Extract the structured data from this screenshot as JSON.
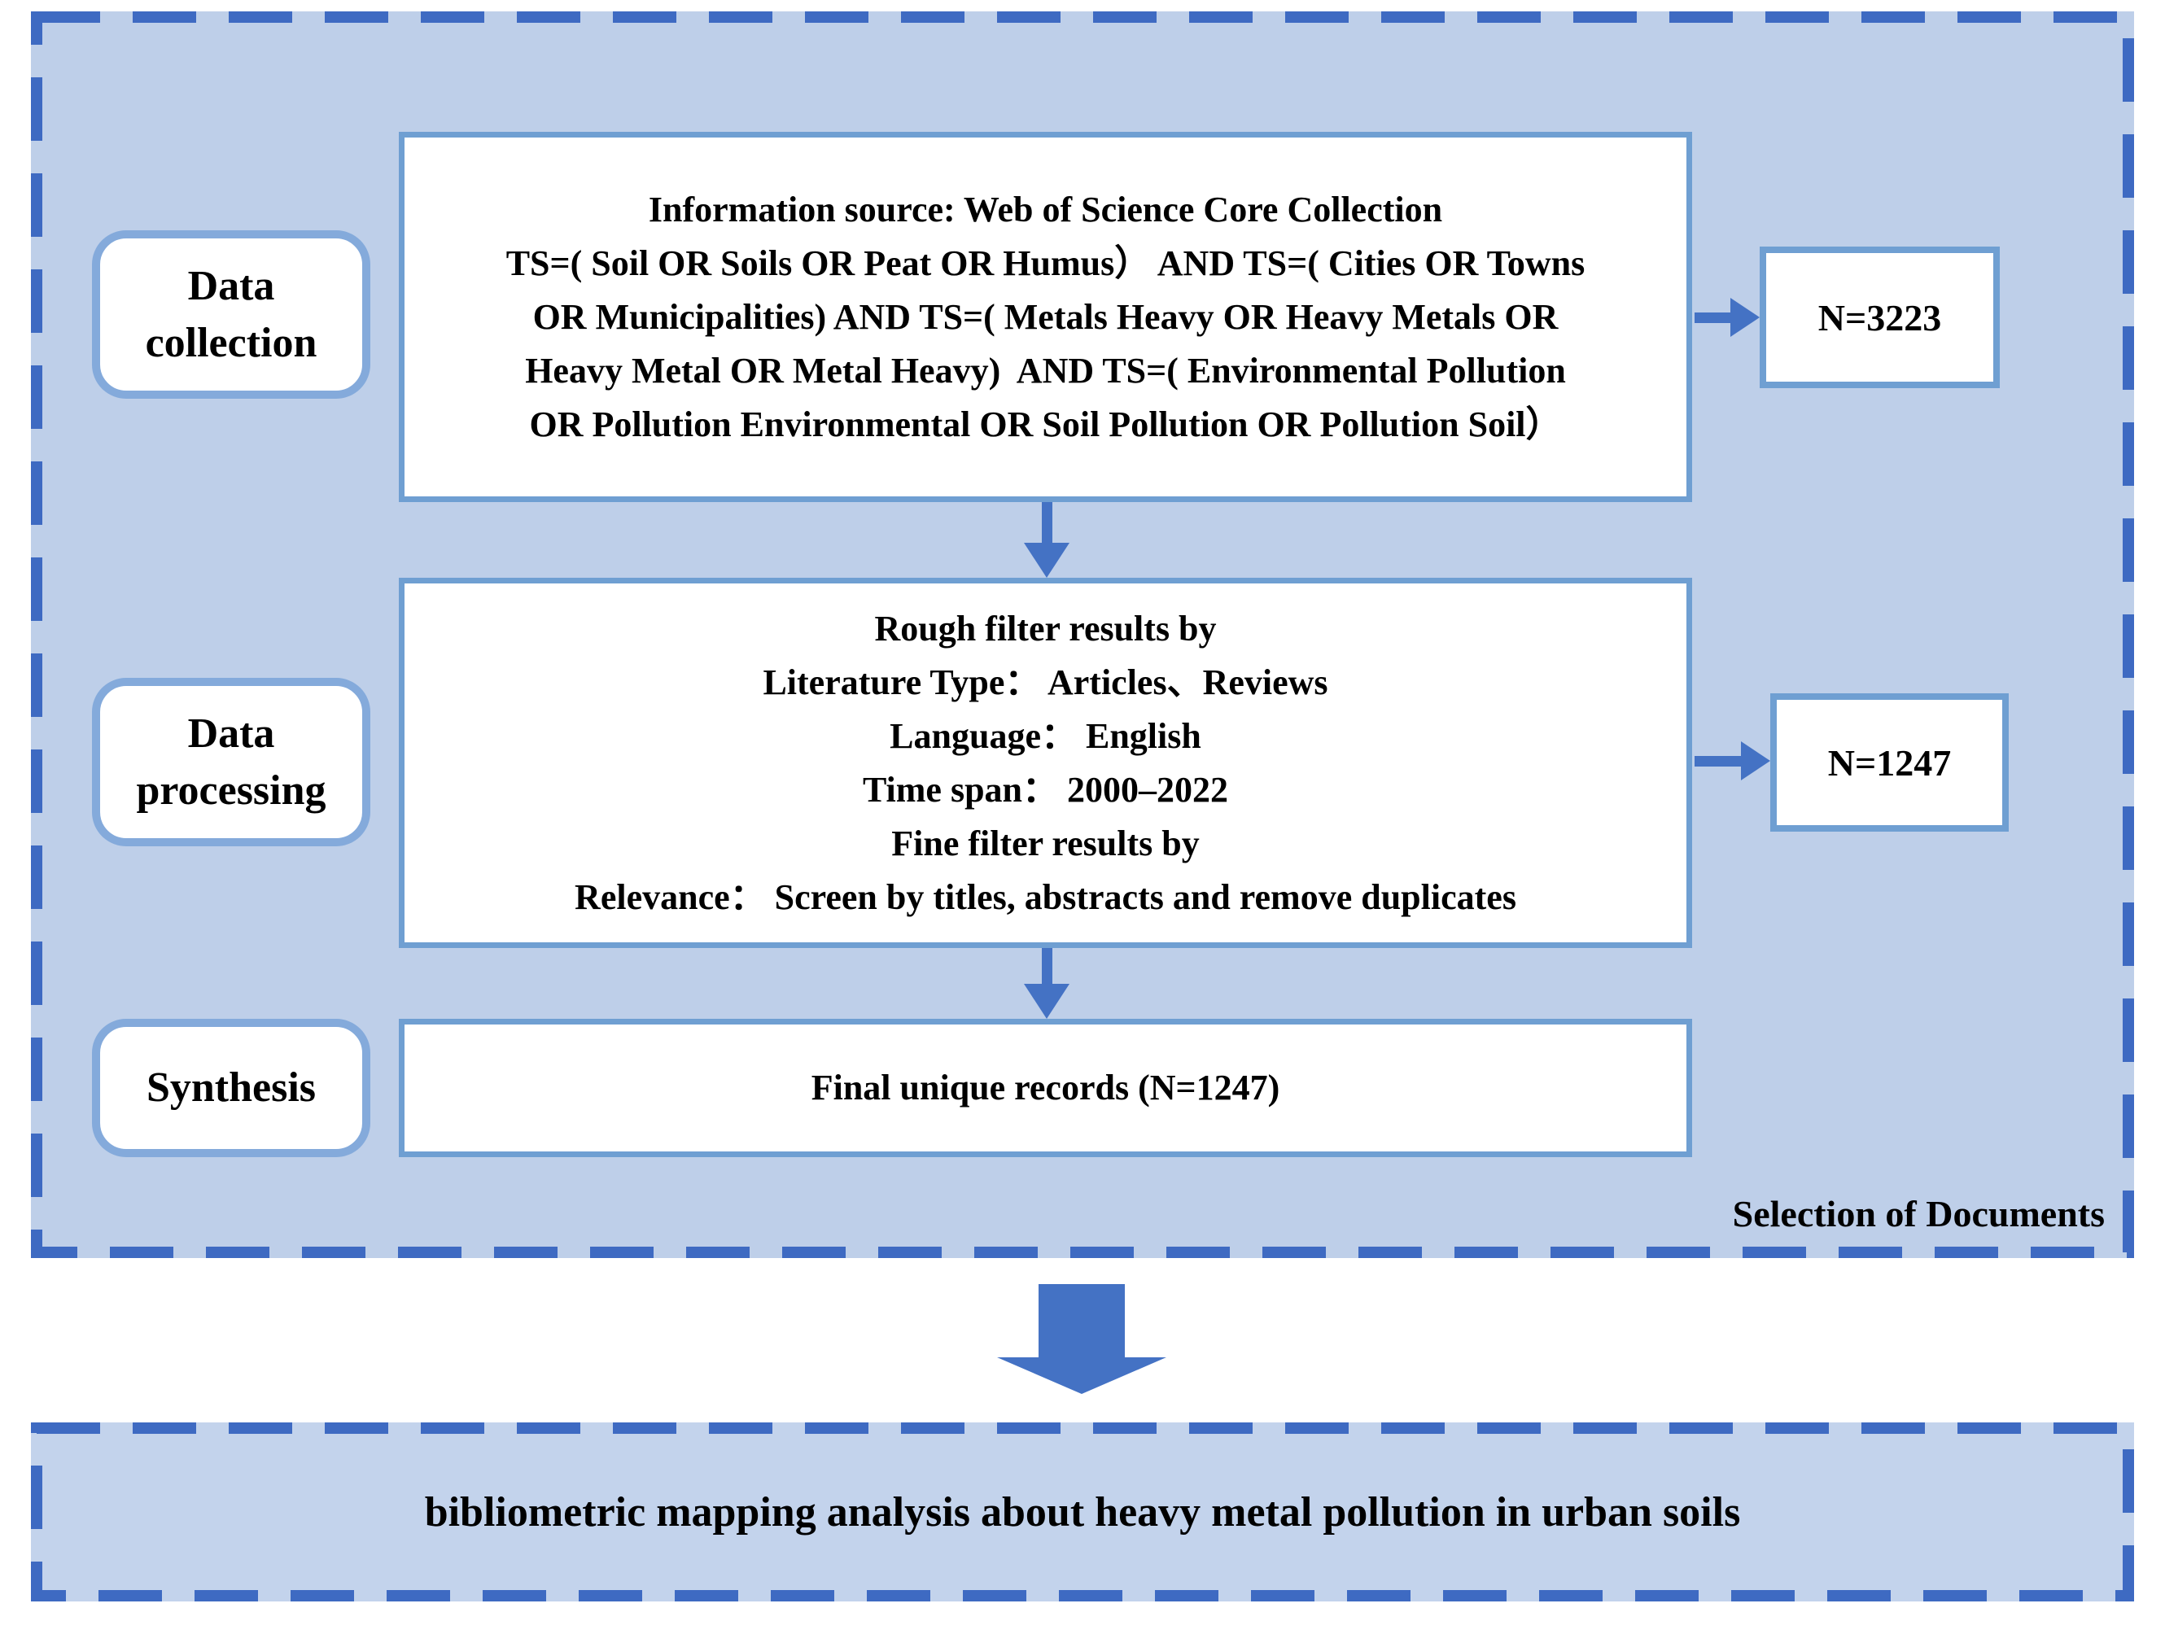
{
  "figure": {
    "selection_panel": {
      "caption": "Selection of Documents",
      "stages": [
        {
          "label": "Data collection"
        },
        {
          "label": "Data processing"
        },
        {
          "label": "Synthesis"
        }
      ],
      "search_box_lines": [
        "Information source: Web of Science Core Collection",
        "TS=( Soil OR Soils OR Peat OR Humus） AND TS=( Cities OR Towns",
        "OR Municipalities) AND TS=( Metals Heavy OR Heavy Metals OR",
        "Heavy Metal OR Metal Heavy)  AND TS=( Environmental Pollution",
        "OR Pollution Environmental OR Soil Pollution OR Pollution Soil）"
      ],
      "filter_box_lines": [
        "Rough filter results by",
        "Literature Type： Articles、Reviews",
        "Language： English",
        "Time span： 2000–2022",
        "Fine filter results by",
        "Relevance： Screen by titles, abstracts and remove duplicates"
      ],
      "final_box_text": "Final unique records (N=1247)",
      "counts": [
        "N=3223",
        "N=1247"
      ]
    },
    "outcome_text": "bibliometric mapping analysis about heavy metal pollution in urban soils"
  },
  "colors": {
    "accent": "#4472C4",
    "dash": "#3E6AC2",
    "panel-fill": "#BECFE9",
    "outcome-fill": "#C3D3EC",
    "box-border": "#6F9FD2",
    "stage-border": "#84AADB"
  }
}
